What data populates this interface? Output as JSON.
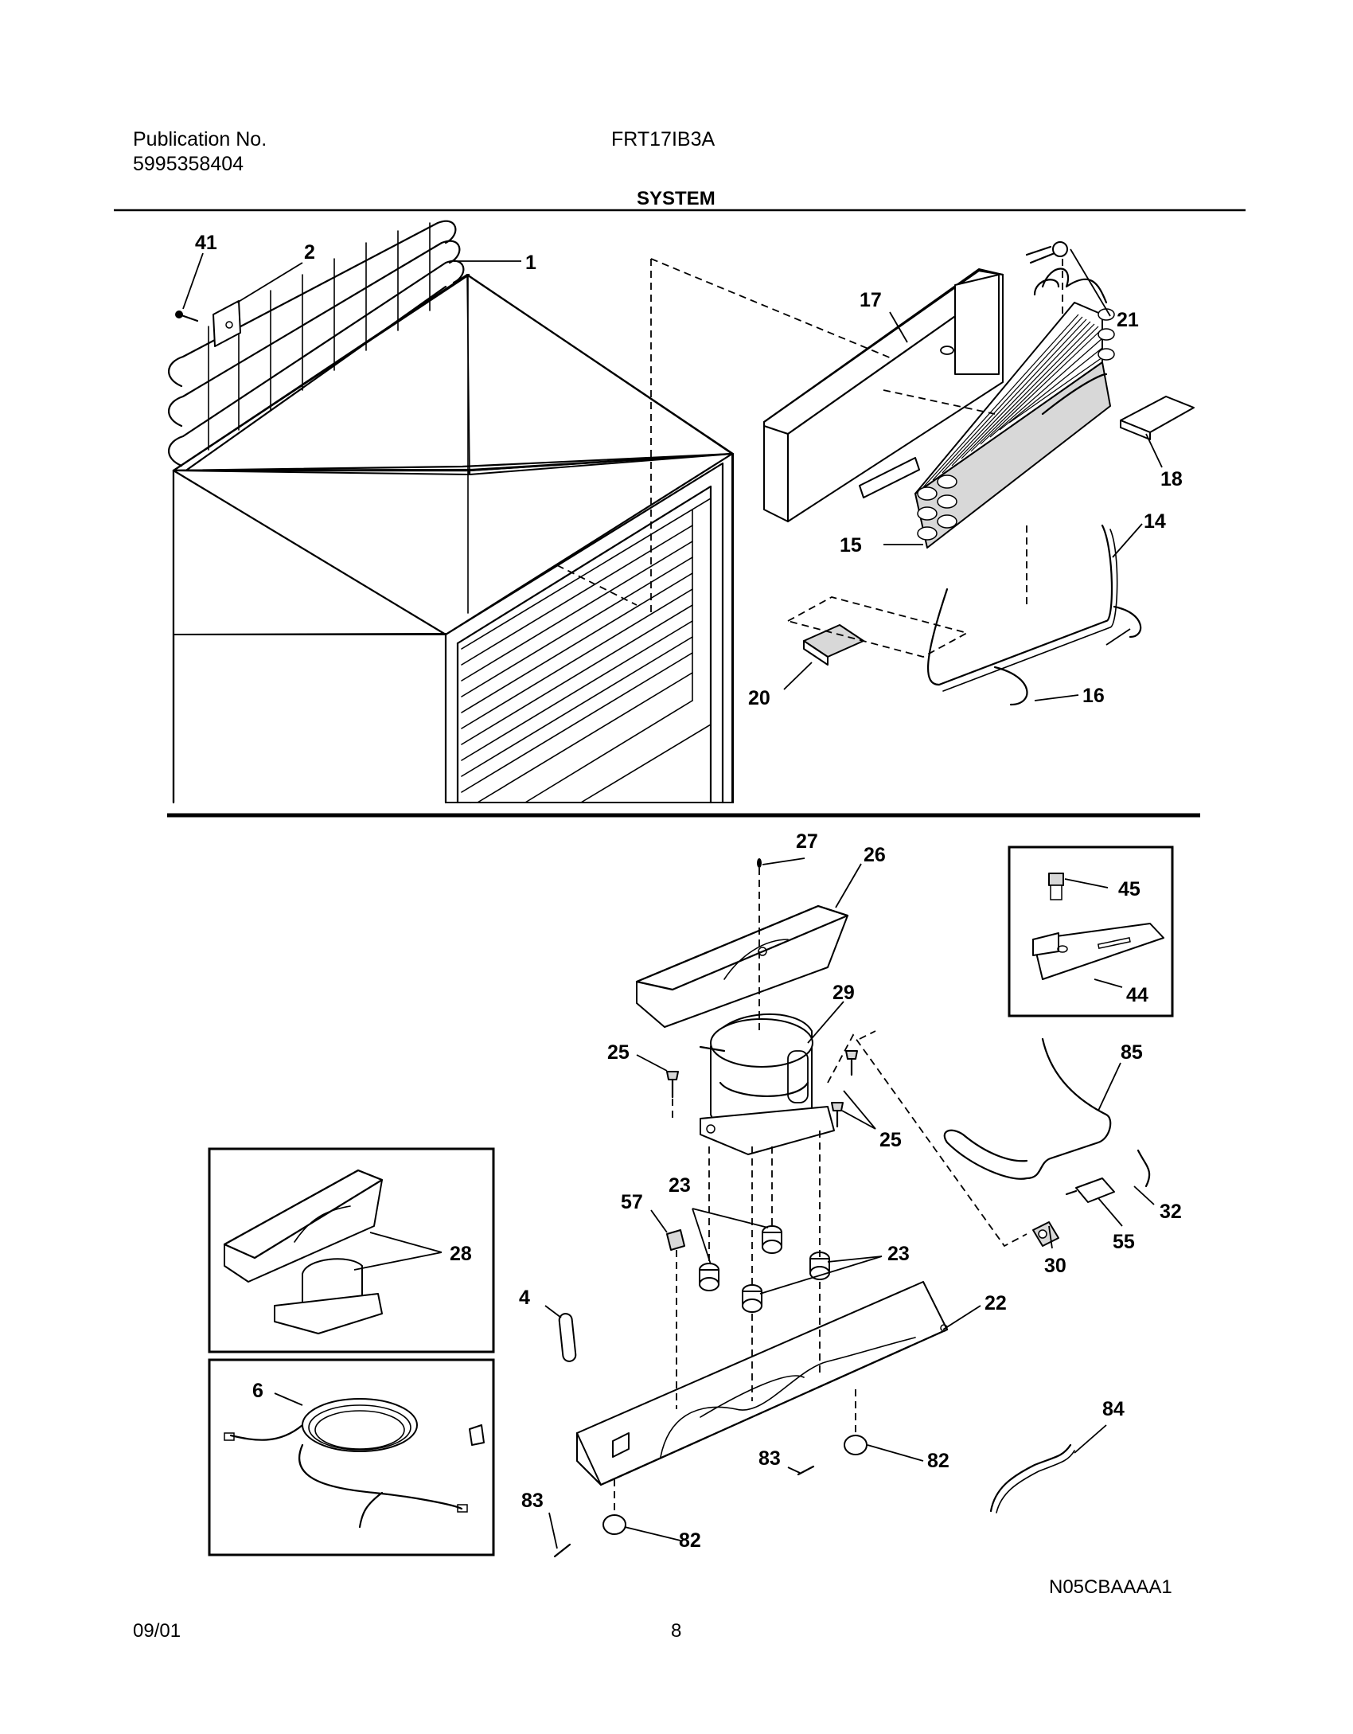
{
  "header": {
    "publication_label": "Publication No.",
    "publication_number": "5995358404",
    "model": "FRT17IB3A"
  },
  "section_title": "SYSTEM",
  "callouts": [
    "41",
    "2",
    "1",
    "17",
    "21",
    "18",
    "15",
    "14",
    "20",
    "16",
    "27",
    "26",
    "45",
    "44",
    "29",
    "25",
    "25",
    "85",
    "32",
    "55",
    "30",
    "57",
    "23",
    "23",
    "28",
    "4",
    "22",
    "6",
    "84",
    "83",
    "82",
    "83",
    "82"
  ],
  "diagram_code": "N05CBAAAA1",
  "footer": {
    "date": "09/01",
    "page": "8"
  }
}
